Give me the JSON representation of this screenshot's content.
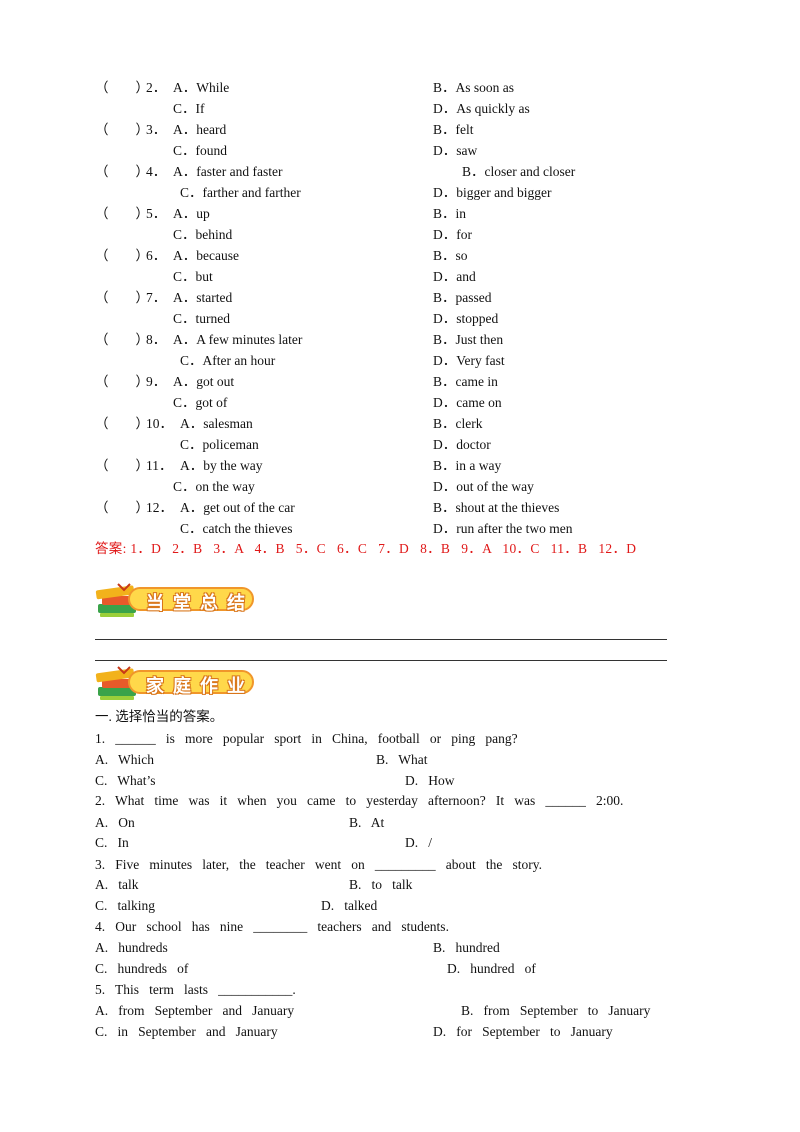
{
  "questions": [
    {
      "no": "2",
      "a": "A．While",
      "b": "B．As soon as",
      "c": "C．If",
      "d": "D．As quickly as"
    },
    {
      "no": "3",
      "a": "A．heard",
      "b": "B．felt",
      "c": "C．found",
      "d": "D．saw"
    },
    {
      "no": "4",
      "a": "A．faster and faster",
      "b": "B．closer and closer",
      "c": "C．farther and farther",
      "d": "D．bigger and bigger"
    },
    {
      "no": "5",
      "a": "A．up",
      "b": "B．in",
      "c": "C．behind",
      "d": "D．for"
    },
    {
      "no": "6",
      "a": "A．because",
      "b": "B．so",
      "c": "C．but",
      "d": "D．and"
    },
    {
      "no": "7",
      "a": "A．started",
      "b": "B．passed",
      "c": "C．turned",
      "d": "D．stopped"
    },
    {
      "no": "8",
      "a": "A．A few minutes later",
      "b": "B．Just then",
      "c": "C．After an hour",
      "d": "D．Very fast"
    },
    {
      "no": "9",
      "a": "A．got out",
      "b": "B．came in",
      "c": "C．got of",
      "d": "D．came on"
    },
    {
      "no": "10",
      "a": "A．salesman",
      "b": "B．clerk",
      "c": "C．policeman",
      "d": "D．doctor"
    },
    {
      "no": "11",
      "a": "A．by the way",
      "b": "B．in a way",
      "c": "C．on the way",
      "d": "D．out of the way"
    },
    {
      "no": "12",
      "a": "A．get out of the car",
      "b": "B．shout at the thieves",
      "c": "C．catch the thieves",
      "d": "D．run after the two men"
    }
  ],
  "paren": "（　　）",
  "answer_key": "答案: 1．D   2．B   3．A   4．B   5．C   6．C   7．D   8．B   9．A   10．C   11．B   12．D",
  "summary_title": "当堂总结",
  "homework_title": "家庭作业",
  "homework": {
    "heading": "一. 选择恰当的答案。",
    "q1": {
      "stem": "1.   ______   is   more   popular   sport   in   China,   football   or   ping   pang?",
      "a": "A.   Which",
      "b": "B.   What",
      "c": "C.   What’s",
      "d": "D.   How"
    },
    "q2": {
      "stem": "2.   What   time   was   it   when   you   came   to   yesterday   afternoon?   It   was   ______   2:00.",
      "a": "A.   On",
      "b": "B.   At",
      "c": "C.   In",
      "d": "D.   /"
    },
    "q3": {
      "stem": "3.   Five   minutes   later,   the   teacher   went   on   _________   about   the   story.",
      "a": "A.   talk",
      "b": "B.   to   talk",
      "c": "C.   talking",
      "d": "D.   talked"
    },
    "q4": {
      "stem": "4.   Our   school   has   nine   ________   teachers   and   students.",
      "a": "A.   hundreds",
      "b": "B.   hundred",
      "c": "C.   hundreds   of",
      "d": "D.   hundred   of"
    },
    "q5": {
      "stem": "5.   This   term   lasts   ___________.",
      "a": "A.   from   September   and   January",
      "b": "B.   from   September   to   January",
      "c": "C.   in   September   and   January",
      "d": "D.   for   September   to   January"
    }
  },
  "colors": {
    "answer": "#e01818",
    "badge_fill": "#ffd84a",
    "badge_border": "#f0962a"
  }
}
